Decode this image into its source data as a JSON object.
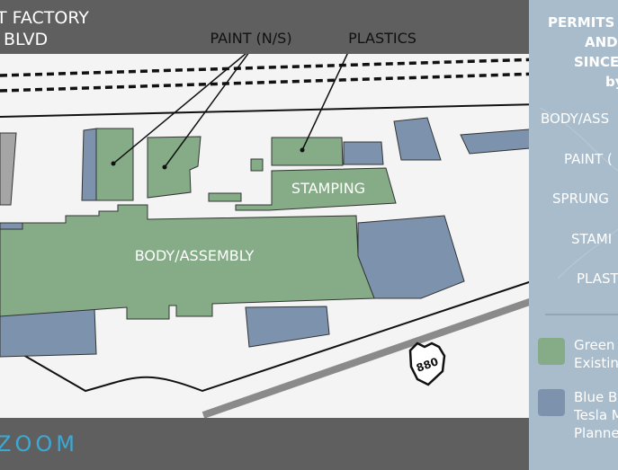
{
  "header": {
    "address_line1": "T FACTORY",
    "address_line2": "BLVD"
  },
  "map": {
    "callouts": {
      "paint": "PAINT (N/S)",
      "plastics": "PLASTICS"
    },
    "building_labels": {
      "stamping": "STAMPING",
      "body_assembly": "BODY/ASSEMBLY"
    },
    "highway_shield": "880"
  },
  "footer": {
    "brand": "ZOOM"
  },
  "sidebar": {
    "title_lines": [
      "PERMITS",
      "AND",
      "SINCE",
      "by"
    ],
    "buildings": [
      "BODY/ASS",
      "PAINT (",
      "SPRUNG",
      "STAMI",
      "PLAST"
    ],
    "legend": [
      {
        "lines": [
          "Green",
          "Existin"
        ],
        "color": "#85ac87"
      },
      {
        "lines": [
          "Blue B",
          "Tesla M",
          "Planne"
        ],
        "color": "#7d93ad"
      }
    ]
  },
  "colors": {
    "green": "#85ac87",
    "blue": "#7d93ad",
    "gray_bar": "#5f5f5f",
    "sidebar": "#a9bccb",
    "brand": "#3ba9d6"
  }
}
